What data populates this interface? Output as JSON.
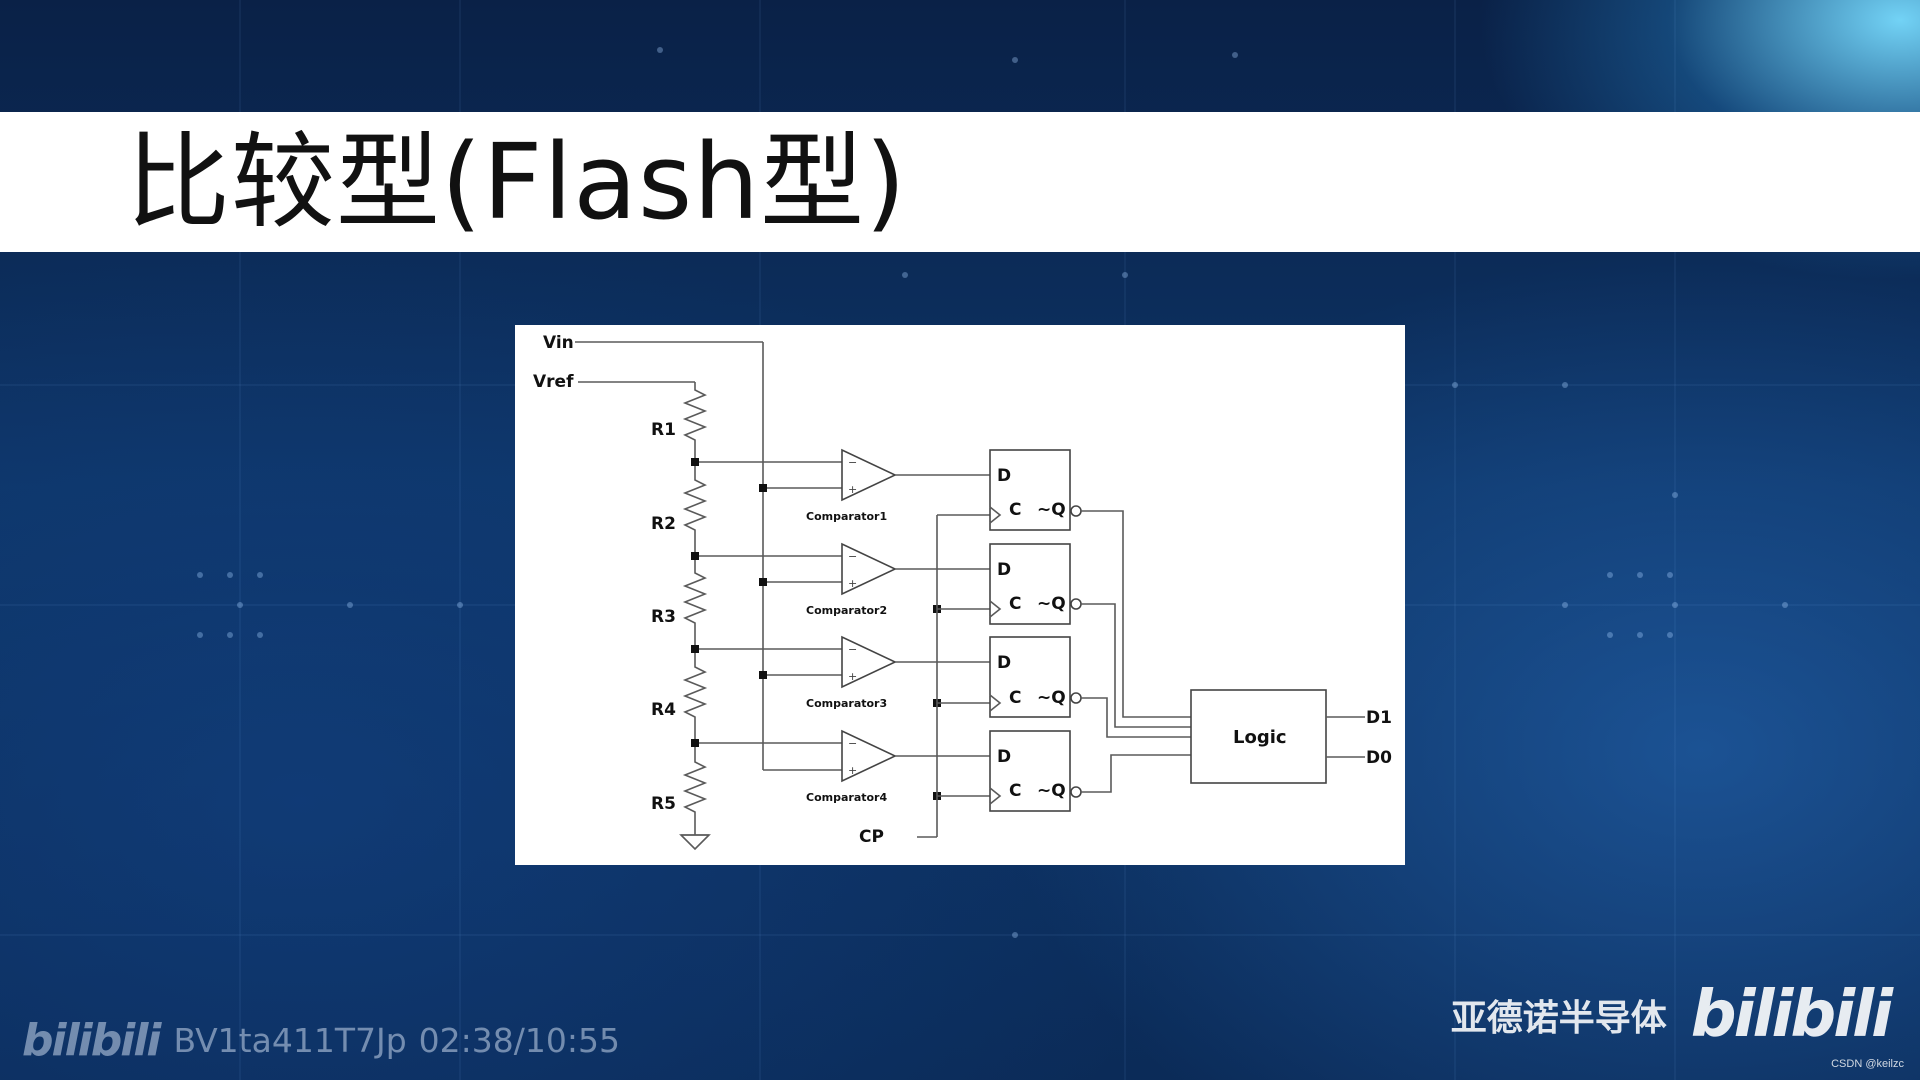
{
  "slide": {
    "title": "比较型(Flash型)"
  },
  "diagram": {
    "inputs": {
      "vin": "Vin",
      "vref": "Vref",
      "clock": "CP"
    },
    "resistors": [
      "R1",
      "R2",
      "R3",
      "R4",
      "R5"
    ],
    "comparators": [
      "Comparator1",
      "Comparator2",
      "Comparator3",
      "Comparator4"
    ],
    "flipflop_pins": {
      "d": "D",
      "c": "C",
      "qn": "~Q"
    },
    "logic_block": "Logic",
    "outputs": [
      "D1",
      "D0"
    ]
  },
  "player": {
    "video_id": "BV1ta411T7Jp",
    "time": "02:38/10:55",
    "site_logo": "bilibili"
  },
  "branding": {
    "channel": "亚德诺半导体",
    "logo": "bilibili",
    "credit": "CSDN @keilzc"
  }
}
